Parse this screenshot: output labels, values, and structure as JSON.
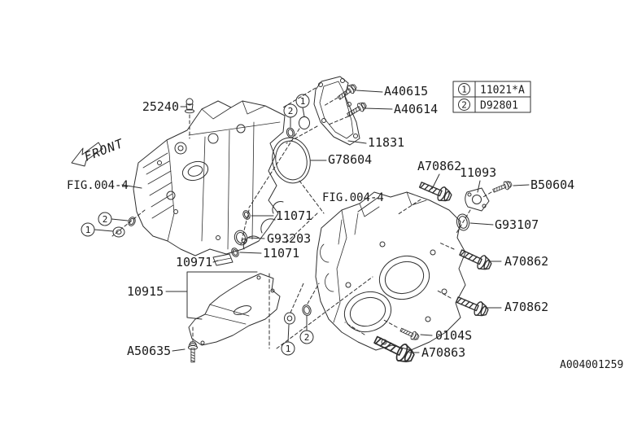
{
  "colors": {
    "line": "#2f2f2f",
    "text": "#1a1a1a",
    "background": "#ffffff"
  },
  "drawing": {
    "number": "A004001259",
    "front_label": "FRONT"
  },
  "legend": {
    "rows": [
      {
        "marker": "1",
        "part_no": "11021*A"
      },
      {
        "marker": "2",
        "part_no": "D92801"
      }
    ]
  },
  "markers": {
    "one": "1",
    "two": "2"
  },
  "labels": {
    "sensor_25240": "25240",
    "bolt_a40615": "A40615",
    "bolt_a40614": "A40614",
    "plate_11831": "11831",
    "seal_g78604": "G78604",
    "bolt_a70862_top": "A70862",
    "pipe_11093": "11093",
    "bolt_b50604": "B50604",
    "oring_g93107": "G93107",
    "fig_ref_left": "FIG.004-4",
    "fig_ref_right": "FIG.004-4",
    "oring_11071_upper": "11071",
    "oring_g93203": "G93203",
    "oring_11071_lower": "11071",
    "plate_10971": "10971",
    "cover_10915": "10915",
    "screw_a50635": "A50635",
    "bolt_a70862_right_upper": "A70862",
    "bolt_a70862_right_lower": "A70862",
    "bolt_0104s": "0104S",
    "bolt_a70863": "A70863"
  }
}
